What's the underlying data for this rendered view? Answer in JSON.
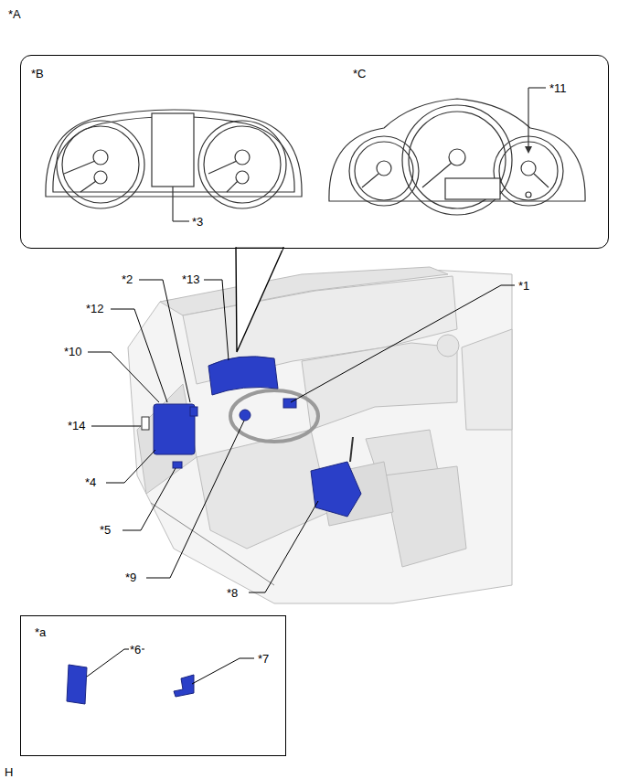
{
  "diagram": {
    "nodes": [
      {
        "text": [
          "*B",
          "*C",
          "*3",
          "*11"
        ]
      },
      {
        "text": [
          "*a",
          "*6",
          "*7"
        ]
      }
    ],
    "labels": [
      "*A",
      "*2",
      "*13",
      "*1",
      "*12",
      "*10",
      "*14",
      "*4",
      "*5",
      "*9",
      "*8",
      "H"
    ]
  }
}
